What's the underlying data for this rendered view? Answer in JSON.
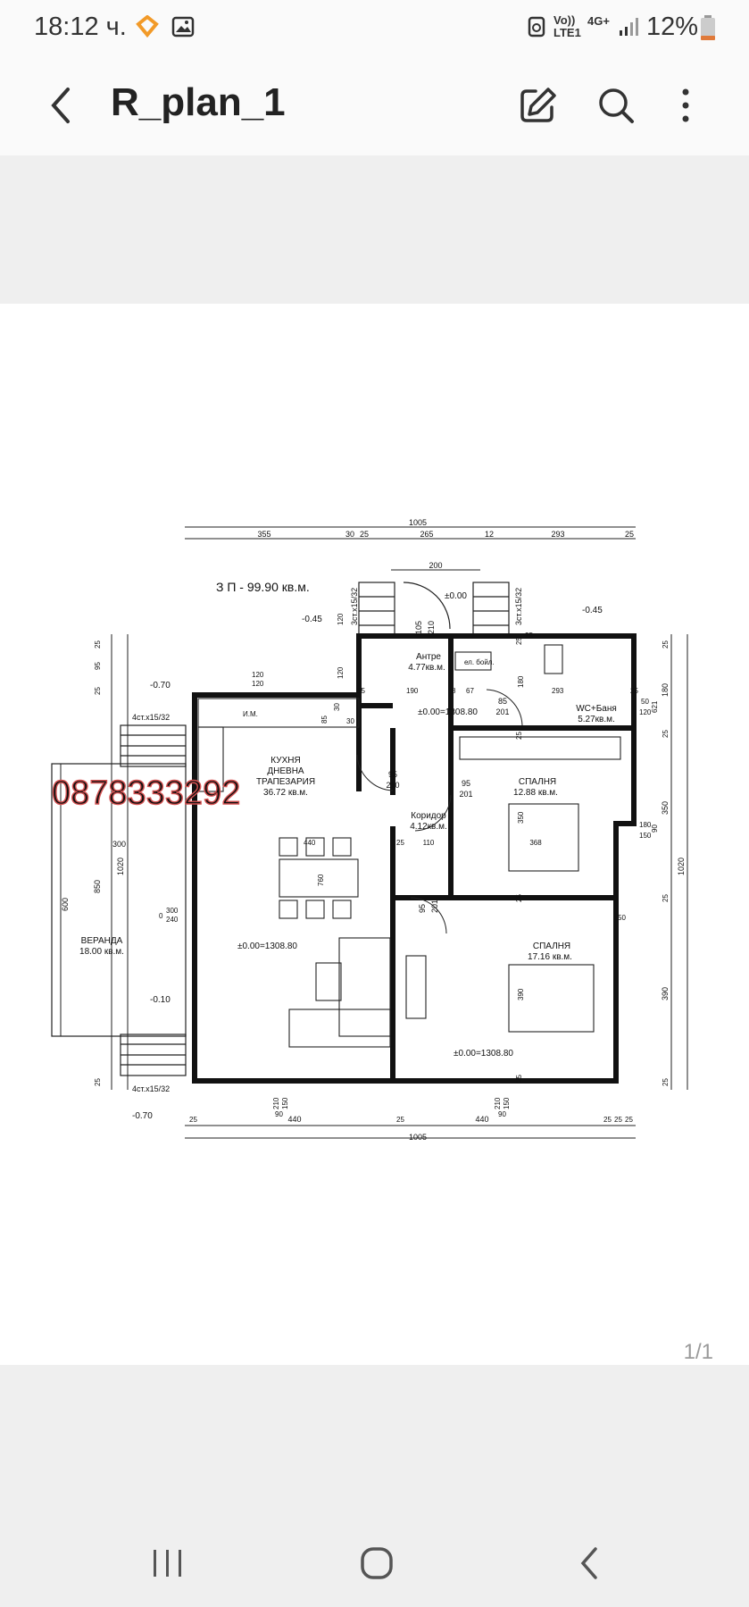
{
  "status_bar": {
    "time": "18:12 ч.",
    "battery": "12%",
    "network_primary": "Vo)) LTE1",
    "network_secondary": "4G+"
  },
  "app_bar": {
    "title": "R_plan_1",
    "back_icon": "chevron-left-icon",
    "edit_icon": "edit-icon",
    "search_icon": "search-icon",
    "more_icon": "more-vertical-icon"
  },
  "document": {
    "page_counter": "1/1",
    "plan": {
      "area_title": "З П - 99.90 кв.м.",
      "watermark": "0878333292",
      "dims": {
        "top_total": "1005",
        "top_355": "355",
        "top_30": "30",
        "top_25a": "25",
        "top_265": "265",
        "top_12": "12",
        "top_293": "293",
        "top_25b": "25",
        "stair_200": "200",
        "bottom_total": "1005",
        "bottom_440a": "440",
        "bottom_440b": "440",
        "bottom_25a": "25",
        "bottom_25b": "25",
        "bottom_25c": "25",
        "bottom_25d": "25",
        "bottom_25e": "25",
        "bottom_210a": "210",
        "bottom_150a": "150",
        "bottom_90a": "90",
        "bottom_210b": "210",
        "bottom_150b": "150",
        "bottom_90b": "90",
        "right_1020": "1020",
        "right_180": "180",
        "right_350": "350",
        "right_390": "390",
        "right_25a": "25",
        "right_25b": "25",
        "right_25c": "25",
        "right_25d": "25",
        "right_50a": "50",
        "right_120": "120",
        "right_621": "621",
        "right_180b": "180",
        "right_150": "150",
        "right_90": "90",
        "right_50b": "50",
        "left_1020": "1020",
        "left_850": "850",
        "left_95": "95",
        "left_25a": "25",
        "left_25b": "25",
        "left_25c": "25",
        "left_600": "600",
        "left_300": "300",
        "left_240": "240",
        "left_300b": "300",
        "left_0": "0",
        "kitchen_120a": "120",
        "kitchen_120b": "120",
        "kitchen_120c": "120",
        "kitchen_120d": "120",
        "kitchen_85": "85",
        "kitchen_30a": "30",
        "kitchen_30b": "30",
        "kitchen_25": "25",
        "corr_190": "190",
        "corr_67": "67",
        "corr_8": "8",
        "corr_293": "293",
        "corr_180": "180",
        "corr_25a": "25",
        "corr_25b": "25",
        "corr_110": "110",
        "corr_25c": "25",
        "corr_368": "368",
        "corr_350": "350",
        "table_440": "440",
        "table_760": "760",
        "bed_390": "390",
        "wc_25": "25",
        "wc_25b": "25",
        "bd1_25": "25",
        "bd2_25": "25",
        "door_105": "105",
        "door_210": "210",
        "door_95a": "95",
        "door_210a": "210",
        "door_95b": "95",
        "door_201b": "201",
        "door_85": "85",
        "door_201c": "201",
        "door_95c": "95",
        "door_201d": "201"
      },
      "levels": {
        "entry": "±0.00",
        "outside_right": "-0.45",
        "outside_left": "-0.45",
        "veranda_top": "-0.70",
        "veranda_mid": "-0.10",
        "veranda_bottom": "-0.70",
        "corridor": "±0.00=1308.80",
        "living": "±0.00=1308.80",
        "bedroom2": "±0.00=1308.80"
      },
      "stairs": {
        "front_left": "3ст.x15/32",
        "front_right": "3ст.x15/32",
        "veranda_top": "4ст.x15/32",
        "veranda_bottom": "4ст.x15/32"
      },
      "rooms": {
        "antre_name": "Антре",
        "antre_area": "4.77кв.м.",
        "wc_name": "WC+Баня",
        "wc_area": "5.27кв.м.",
        "bedroom1_name": "СПАЛНЯ",
        "bedroom1_area": "12.88 кв.м.",
        "living_line1": "КУХНЯ",
        "living_line2": "ДНЕВНА",
        "living_line3": "ТРАПЕЗАРИЯ",
        "living_area": "36.72 кв.м.",
        "corridor_name": "Коридор",
        "corridor_area": "4.12кв.м.",
        "bedroom2_name": "СПАЛНЯ",
        "bedroom2_area": "17.16 кв.м.",
        "veranda_name": "ВЕРАНДА",
        "veranda_area": "18.00 кв.м."
      },
      "fixtures": {
        "boiler": "ел. бойл.",
        "meter": "И.М."
      }
    }
  },
  "navbar": {
    "recents_icon": "recents-icon",
    "home_icon": "home-icon",
    "back_icon": "back-arrow-icon"
  },
  "colors": {
    "bar_bg": "#fafafa",
    "band_bg": "#efefef",
    "watermark": "#d45050"
  }
}
